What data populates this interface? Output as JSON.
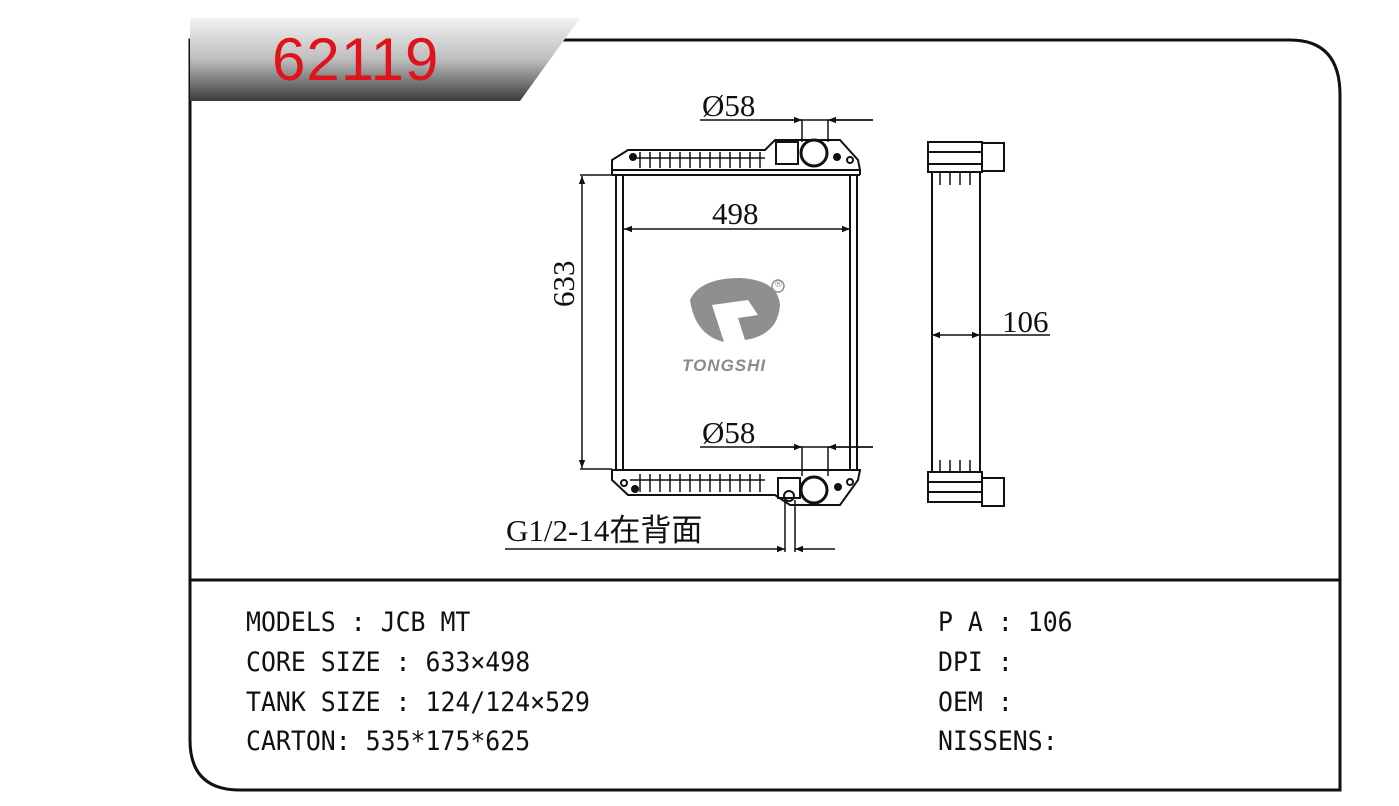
{
  "header": {
    "part_number": "62119",
    "accent_color": "#e0131b"
  },
  "drawing": {
    "inlet_diameter_top": "Ø58",
    "inlet_diameter_bottom": "Ø58",
    "core_width": "498",
    "core_height": "633",
    "depth": "106",
    "drain_note": "G1/2-14在背面",
    "logo": {
      "brand": "TONGSHI",
      "registered_mark": "®"
    }
  },
  "specs": {
    "left": [
      {
        "label": "MODELS",
        "sep": " : ",
        "value": "JCB MT"
      },
      {
        "label": "CORE SIZE",
        "sep": " : ",
        "value": "633×498"
      },
      {
        "label": "TANK SIZE",
        "sep": " : ",
        "value": "124/124×529"
      },
      {
        "label": "CARTON",
        "sep": ": ",
        "value": "535*175*625"
      }
    ],
    "right": [
      {
        "label": "P A",
        "sep": " : ",
        "value": "106"
      },
      {
        "label": "DPI",
        "sep": " : ",
        "value": ""
      },
      {
        "label": "OEM",
        "sep": " : ",
        "value": ""
      },
      {
        "label": "NISSENS",
        "sep": ":",
        "value": ""
      }
    ]
  }
}
